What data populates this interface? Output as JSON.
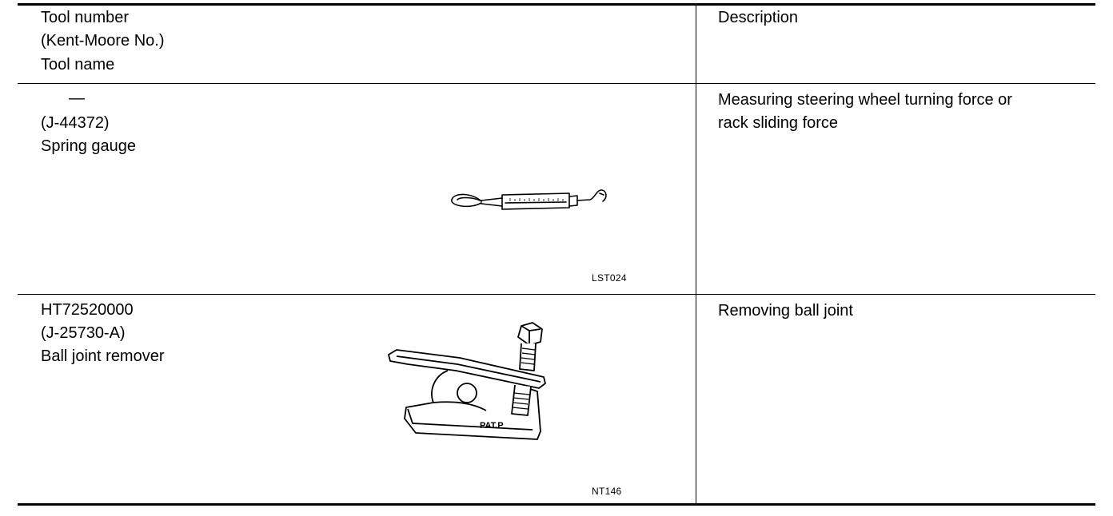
{
  "header": {
    "col1_lines": [
      "Tool number",
      "(Kent-Moore No.)",
      "Tool name"
    ],
    "col2": "Description"
  },
  "rows": [
    {
      "tool_number": "—",
      "kent_moore": "(J-44372)",
      "tool_name": "Spring gauge",
      "description_lines": [
        "Measuring steering wheel turning force or",
        "rack sliding force"
      ],
      "figure_code": "LST024",
      "illustration_icon": "spring-gauge-icon"
    },
    {
      "tool_number": "HT72520000",
      "kent_moore": "(J-25730-A)",
      "tool_name": "Ball joint remover",
      "description_lines": [
        "Removing ball joint"
      ],
      "figure_code": "NT146",
      "illustration_label": "PAT.P",
      "illustration_icon": "ball-joint-remover-icon"
    }
  ]
}
